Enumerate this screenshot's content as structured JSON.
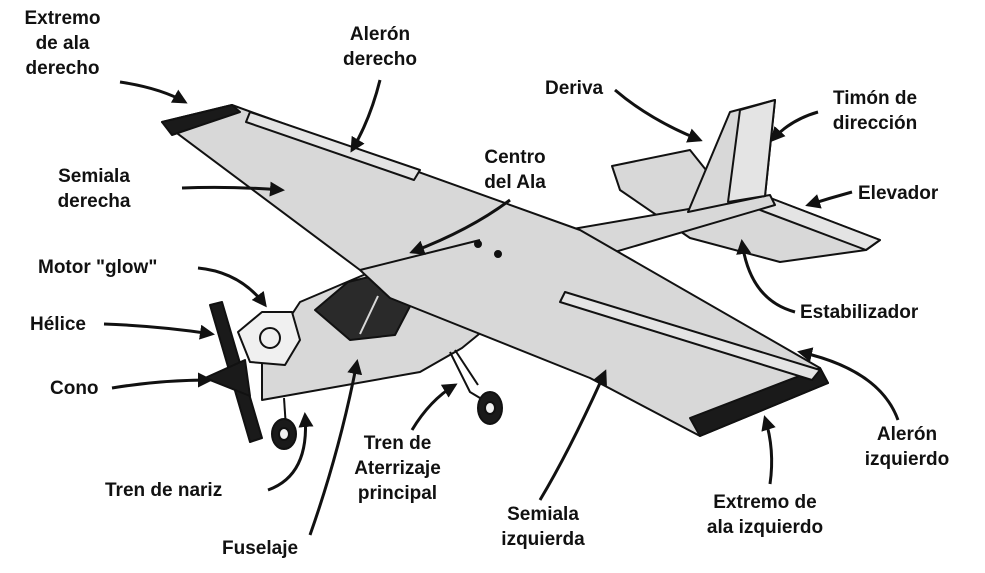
{
  "diagram": {
    "labels": {
      "extremo_ala_derecho": [
        "Extremo",
        "de ala",
        "derecho"
      ],
      "aleron_derecho": [
        "Alerón",
        "derecho"
      ],
      "deriva": [
        "Deriva"
      ],
      "timon_direccion": [
        "Timón de",
        "dirección"
      ],
      "centro_ala": [
        "Centro",
        "del Ala"
      ],
      "semiala_derecha": [
        "Semiala",
        "derecha"
      ],
      "elevador": [
        "Elevador"
      ],
      "motor_glow": [
        "Motor \"glow\""
      ],
      "helice": [
        "Hélice"
      ],
      "estabilizador": [
        "Estabilizador"
      ],
      "cono": [
        "Cono"
      ],
      "aleron_izquierdo": [
        "Alerón",
        "izquierdo"
      ],
      "tren_principal": [
        "Tren de",
        "Aterrizaje",
        "principal"
      ],
      "tren_nariz": [
        "Tren de nariz"
      ],
      "semiala_izquierda": [
        "Semiala",
        "izquierda"
      ],
      "extremo_ala_izquierdo": [
        "Extremo de",
        "ala izquierdo"
      ],
      "fuselaje": [
        "Fuselaje"
      ]
    },
    "colors": {
      "surface": "#d8d8d8",
      "outline": "#111111",
      "dark": "#1a1a1a",
      "background": "#ffffff"
    }
  }
}
